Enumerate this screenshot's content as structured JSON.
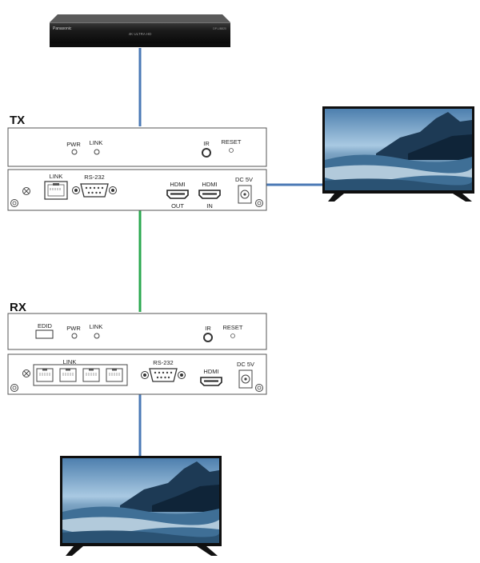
{
  "player": {
    "brand": "Panasonic",
    "center_text": "4K ULTRA HD",
    "model": "DP-UB820"
  },
  "tx": {
    "title": "TX",
    "front": {
      "pwr": "PWR",
      "link": "LINK",
      "ir": "IR",
      "reset": "RESET"
    },
    "back": {
      "link": "LINK",
      "rs232": "RS-232",
      "hdmi_out_top": "HDMI",
      "hdmi_out_bottom": "OUT",
      "hdmi_in_top": "HDMI",
      "hdmi_in_bottom": "IN",
      "dc": "DC 5V"
    }
  },
  "rx": {
    "title": "RX",
    "front": {
      "edid": "EDID",
      "pwr": "PWR",
      "link": "LINK",
      "ir": "IR",
      "reset": "RESET"
    },
    "back": {
      "link": "LINK",
      "rs232": "RS-232",
      "hdmi": "HDMI",
      "dc": "DC 5V"
    }
  },
  "colors": {
    "hdmi_cable": "#4a78b5",
    "link_cable": "#2aa84f",
    "panel_stroke": "#555555",
    "player_body": "#1c1c1c"
  },
  "icons": [
    "blu-ray-player",
    "television",
    "screw",
    "rj45-port",
    "db9-port",
    "hdmi-port",
    "dc-jack",
    "led-indicator",
    "ir-receiver",
    "reset-hole"
  ]
}
